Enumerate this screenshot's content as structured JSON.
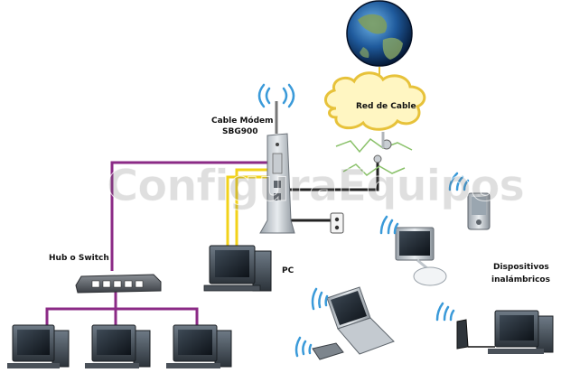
{
  "labels": {
    "modem": "Cable Módem",
    "modem_model": "SBG900",
    "cloud": "Red de Cable",
    "hub": "Hub o Switch",
    "pc": "PC",
    "wireless_line1": "Dispositivos",
    "wireless_line2": "inalámbricos"
  },
  "watermark": "ConfiguraEquipos",
  "colors": {
    "lan_cable": "#8b2a86",
    "usb_cable": "#f2d21a",
    "coax_cable": "#222222",
    "cloud_fill": "#fff6c2",
    "cloud_edge": "#e7c23a",
    "wifi_wave": "#3a9ad9"
  }
}
